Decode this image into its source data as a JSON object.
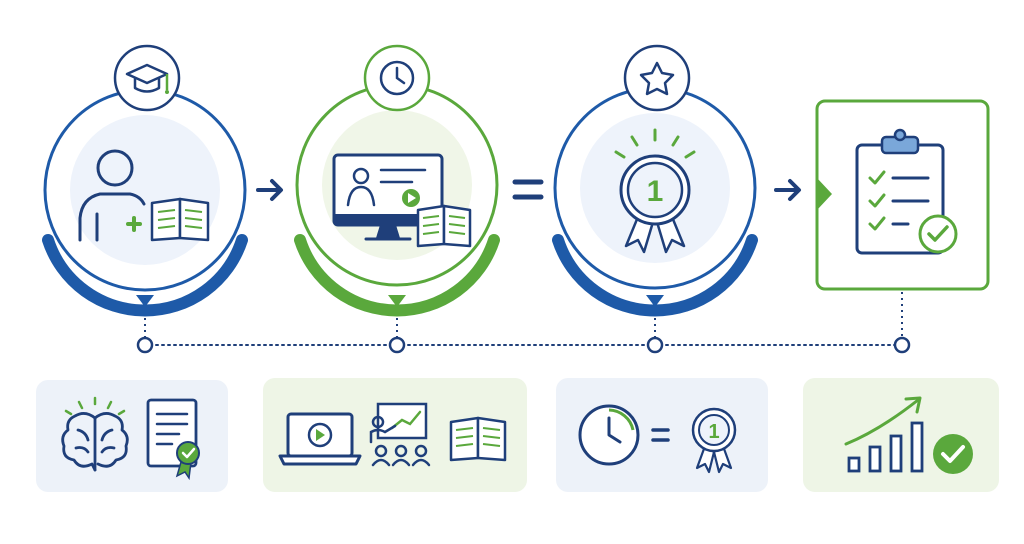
{
  "colors": {
    "navy": "#1f3f7a",
    "blue": "#1e5aa8",
    "green": "#5aa83c",
    "light_blue_fill": "#eef3fb",
    "light_green_fill": "#f0f6e8",
    "card_blue": "#edf2f9",
    "card_green": "#eef5e6"
  },
  "steps": [
    {
      "name": "step-learner",
      "theme": "blue",
      "badge_icon": "graduation-cap-icon",
      "main_icon": "learner-with-book-icon"
    },
    {
      "name": "step-online-course",
      "theme": "green",
      "badge_icon": "clock-icon",
      "main_icon": "monitor-video-lesson-icon"
    },
    {
      "name": "step-achievement",
      "theme": "blue",
      "badge_icon": "star-icon",
      "main_icon": "award-ribbon-icon"
    },
    {
      "name": "step-checklist",
      "theme": "green",
      "main_icon": "clipboard-checklist-icon"
    }
  ],
  "connectors": [
    "arrow-icon",
    "equals-icon",
    "arrow-icon"
  ],
  "award_number": "1",
  "cards": [
    {
      "name": "card-brain-certificate",
      "theme": "blue",
      "icons": [
        "brain-icon",
        "certificate-icon"
      ]
    },
    {
      "name": "card-learning-formats",
      "theme": "green",
      "icons": [
        "laptop-video-icon",
        "presenter-audience-icon",
        "open-book-icon"
      ]
    },
    {
      "name": "card-time-equals-award",
      "theme": "blue",
      "icons": [
        "clock-icon",
        "equals-icon",
        "award-ribbon-icon"
      ]
    },
    {
      "name": "card-growth",
      "theme": "green",
      "icons": [
        "growth-bar-chart-icon",
        "check-circle-icon"
      ]
    }
  ]
}
